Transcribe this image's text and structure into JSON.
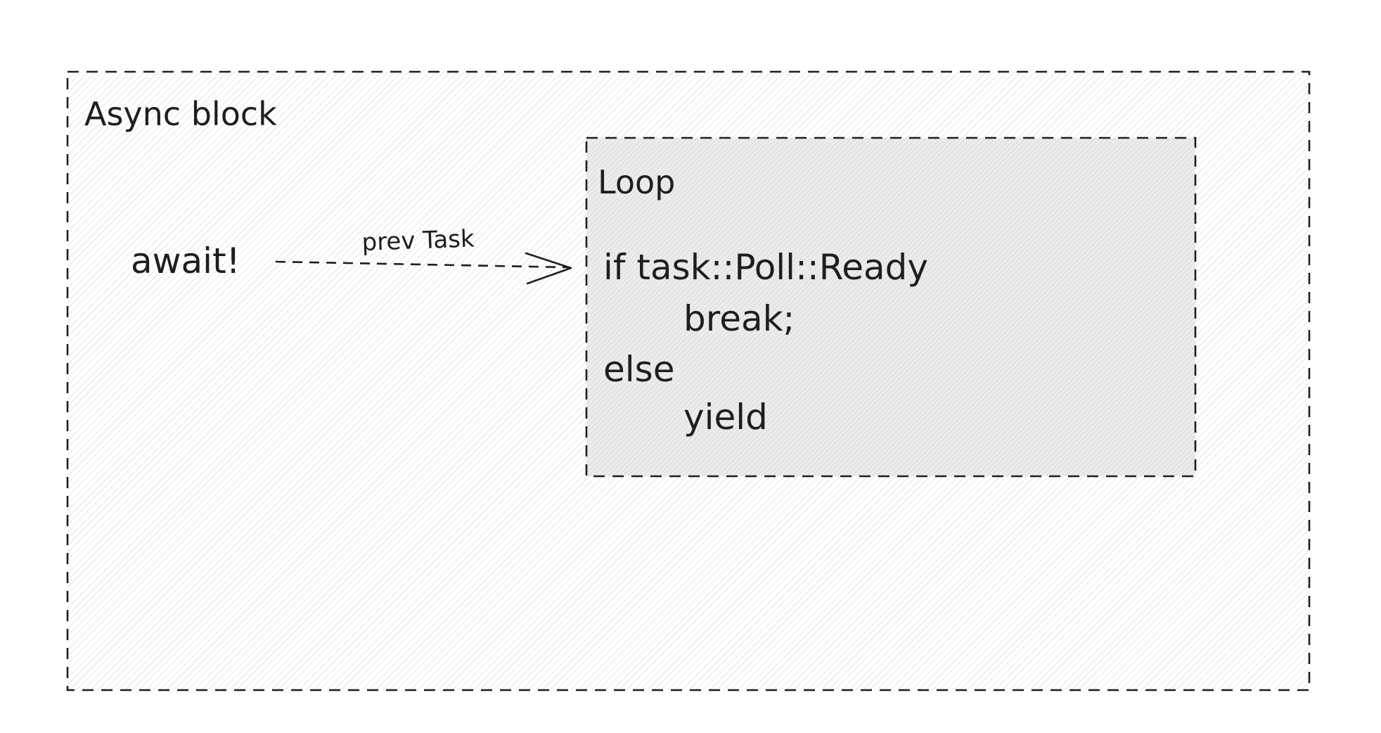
{
  "diagram": {
    "outer_box": {
      "label": "Async block"
    },
    "inner_box": {
      "label": "Loop",
      "code_lines": [
        "if task::Poll::Ready",
        "break;",
        "else",
        "yield"
      ]
    },
    "await_node": {
      "label": "await!"
    },
    "arrow": {
      "label": "prev Task"
    }
  },
  "colors": {
    "stroke": "#1e1e1e",
    "hatch": "#c8c8c8",
    "inner_fill": "#e9e9e9",
    "background": "#ffffff"
  }
}
